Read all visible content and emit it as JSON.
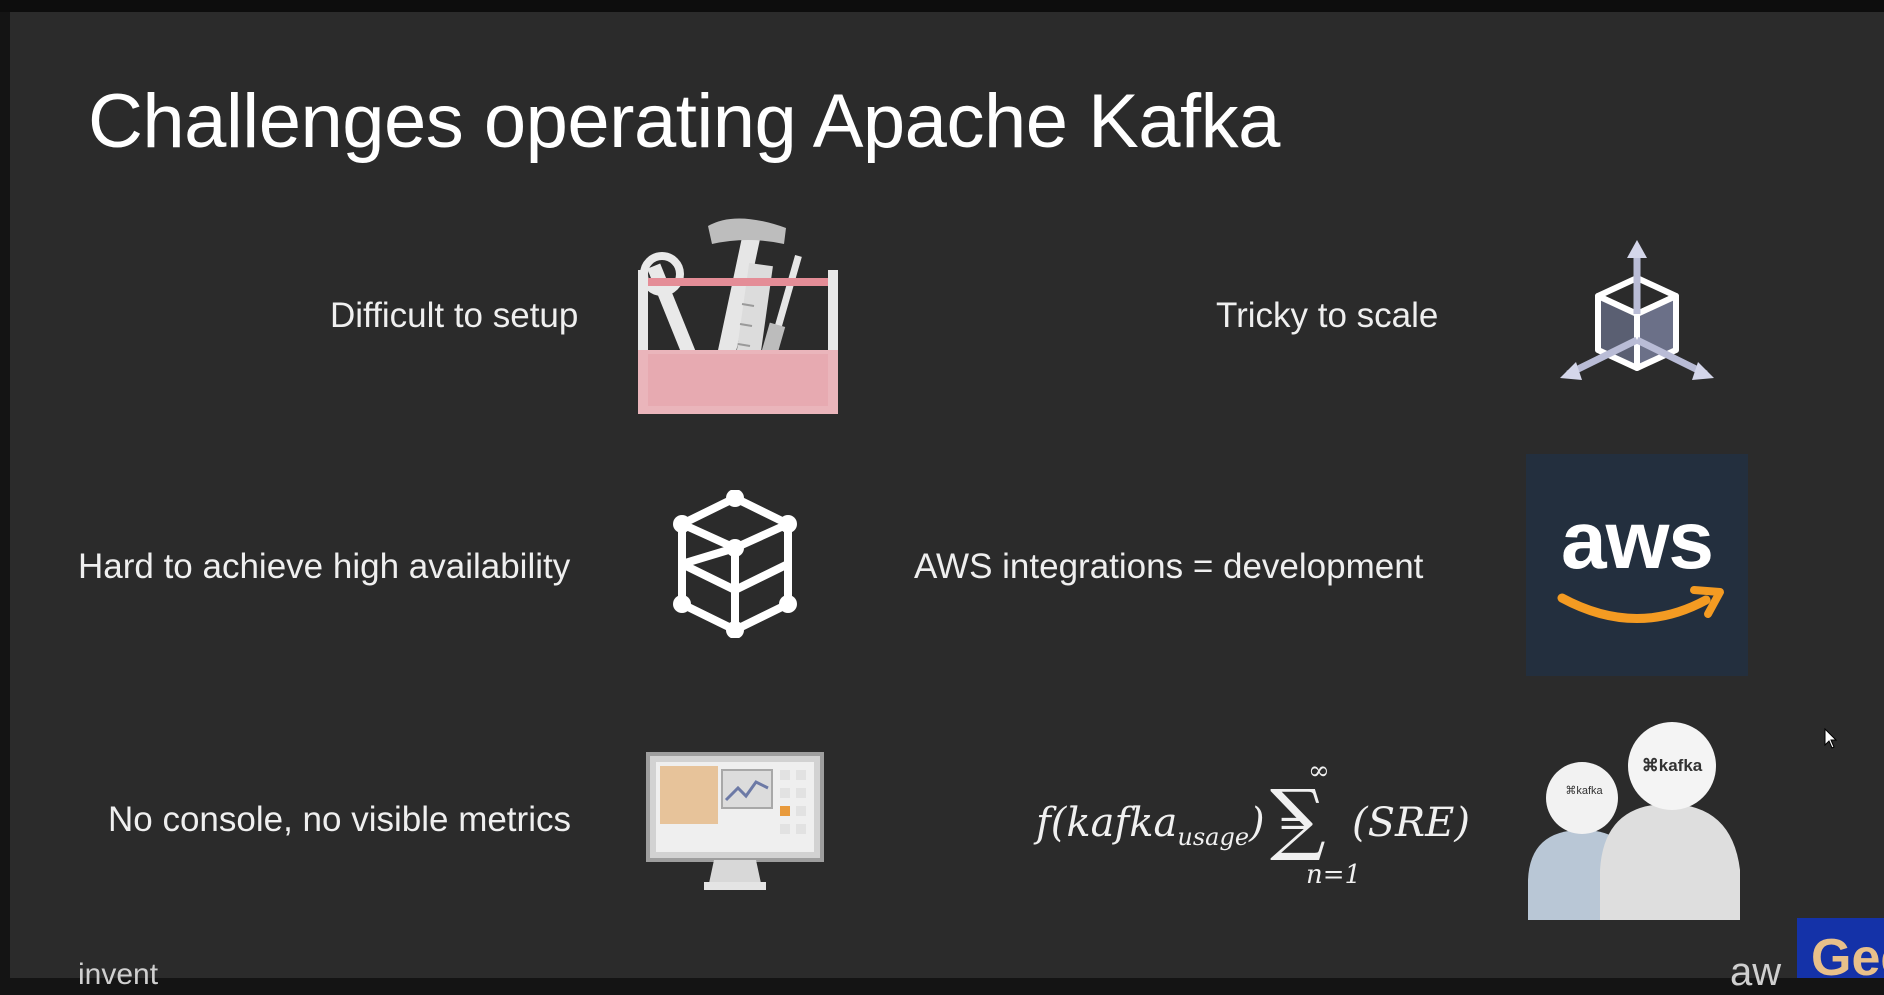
{
  "slide": {
    "title": "Challenges operating Apache Kafka",
    "items": [
      {
        "label": "Difficult to setup",
        "icon": "toolbox-icon"
      },
      {
        "label": "Tricky to scale",
        "icon": "scale-cube-icon"
      },
      {
        "label": "Hard to achieve high availability",
        "icon": "wireframe-cube-icon"
      },
      {
        "label": "AWS integrations = development",
        "icon": "aws-logo-icon"
      },
      {
        "label": "No console, no visible metrics",
        "icon": "monitor-dashboard-icon"
      }
    ],
    "formula": {
      "lhs_main": "f(kafka",
      "lhs_sub": "usage",
      "lhs_close": ") =",
      "sum_symbol": "∑",
      "sum_upper": "∞",
      "sum_lower": "n=1",
      "rhs": "(SRE)"
    },
    "aws_logo_text": "aws",
    "kafka_badge_text": "kafka",
    "footer_left": "invent",
    "footer_right": "aw",
    "corner_badge_text": "Gee"
  },
  "colors": {
    "background": "#2b2b2b",
    "text": "#f2f2f2",
    "aws_bg": "#232f3e",
    "aws_orange": "#f49b22",
    "toolbox_pink": "#eab5bb"
  }
}
